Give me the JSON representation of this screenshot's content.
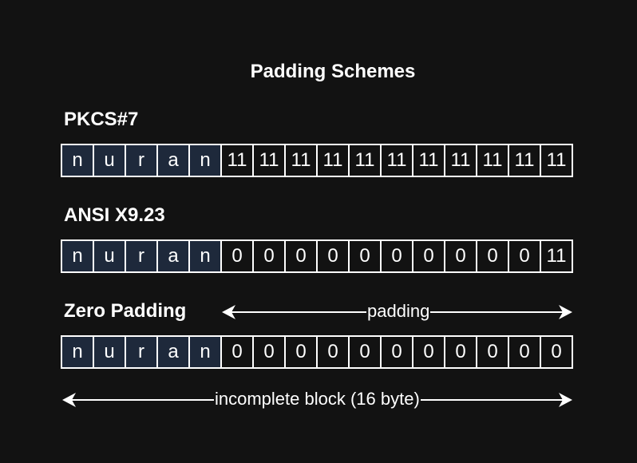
{
  "title": "Padding Schemes",
  "schemes": [
    {
      "label": "PKCS#7",
      "cells": [
        "n",
        "u",
        "r",
        "a",
        "n",
        "11",
        "11",
        "11",
        "11",
        "11",
        "11",
        "11",
        "11",
        "11",
        "11",
        "11"
      ]
    },
    {
      "label": "ANSI X9.23",
      "cells": [
        "n",
        "u",
        "r",
        "a",
        "n",
        "0",
        "0",
        "0",
        "0",
        "0",
        "0",
        "0",
        "0",
        "0",
        "0",
        "11"
      ]
    },
    {
      "label": "Zero Padding",
      "cells": [
        "n",
        "u",
        "r",
        "a",
        "n",
        "0",
        "0",
        "0",
        "0",
        "0",
        "0",
        "0",
        "0",
        "0",
        "0",
        "0"
      ]
    }
  ],
  "data_count": 5,
  "padding_arrow_label": "padding",
  "block_arrow_label": "incomplete block (16 byte)",
  "colors": {
    "background": "#121212",
    "data_cell": "#1e293b",
    "stroke": "#ffffff"
  }
}
